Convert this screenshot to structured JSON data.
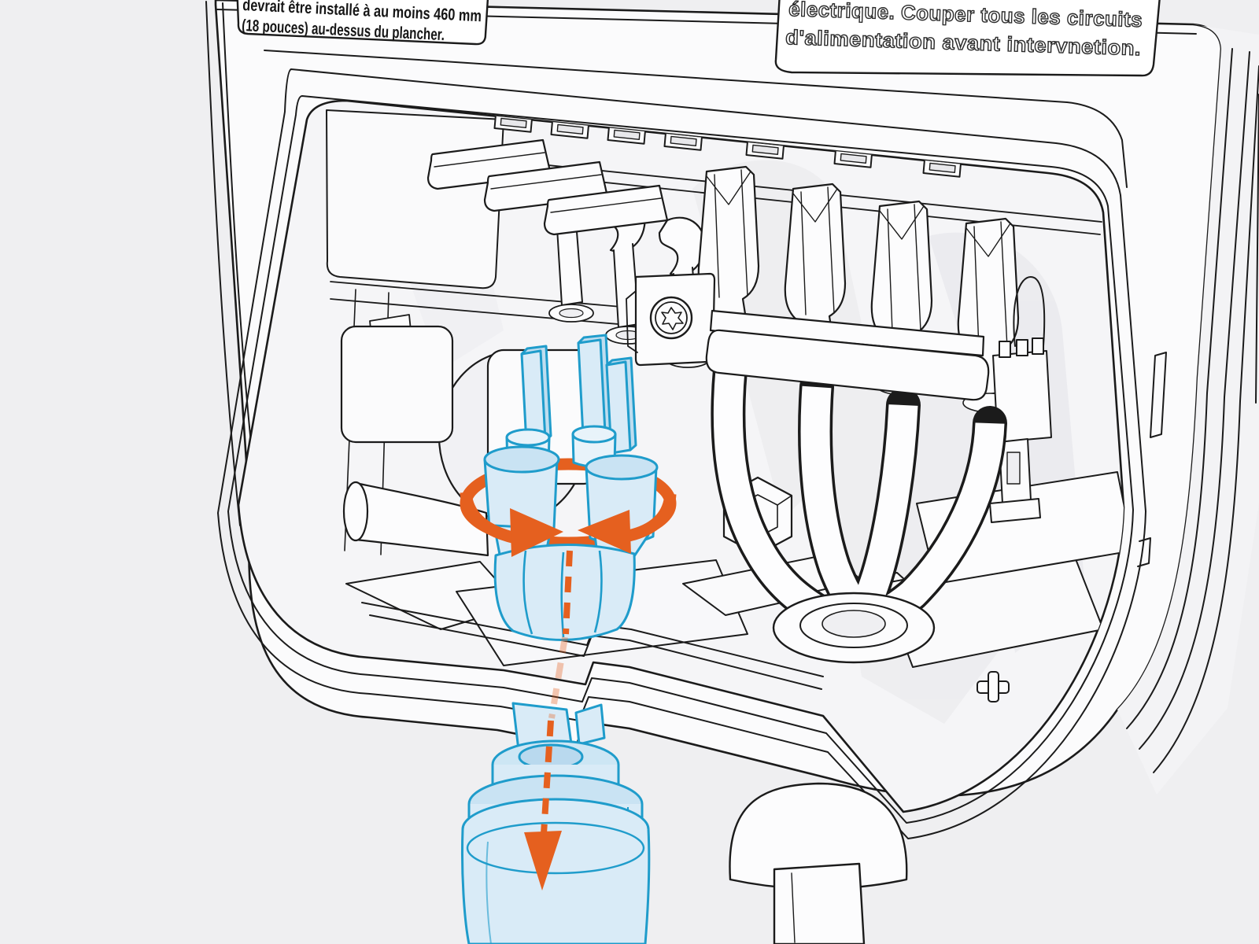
{
  "figure": {
    "kind": "installation-line-art-illustration",
    "subject": "wall-connector wiring compartment with highlighted conductors",
    "labels": {
      "left": {
        "line1": "devrait être installé à au moins 460 mm",
        "line2": "(18 pouces) au-dessus du plancher."
      },
      "right": {
        "line1": "électrique. Couper tous les circuits",
        "line2": "d'alimentation avant intervnetion."
      }
    },
    "colors": {
      "background": "#efeff1",
      "line_art": "#1b1b1b",
      "face_fill": "#fbfbfc",
      "interior_fill": "#f5f5f7",
      "highlight_fill": "#d9ebf7",
      "highlight_fill_alt": "#c9e3f3",
      "highlight_stroke": "#1f9ccb",
      "arrow_orange": "#e5601f"
    },
    "icons": [
      "rotate-twist-arrows-icon",
      "downward-dashed-arrow-icon"
    ]
  }
}
